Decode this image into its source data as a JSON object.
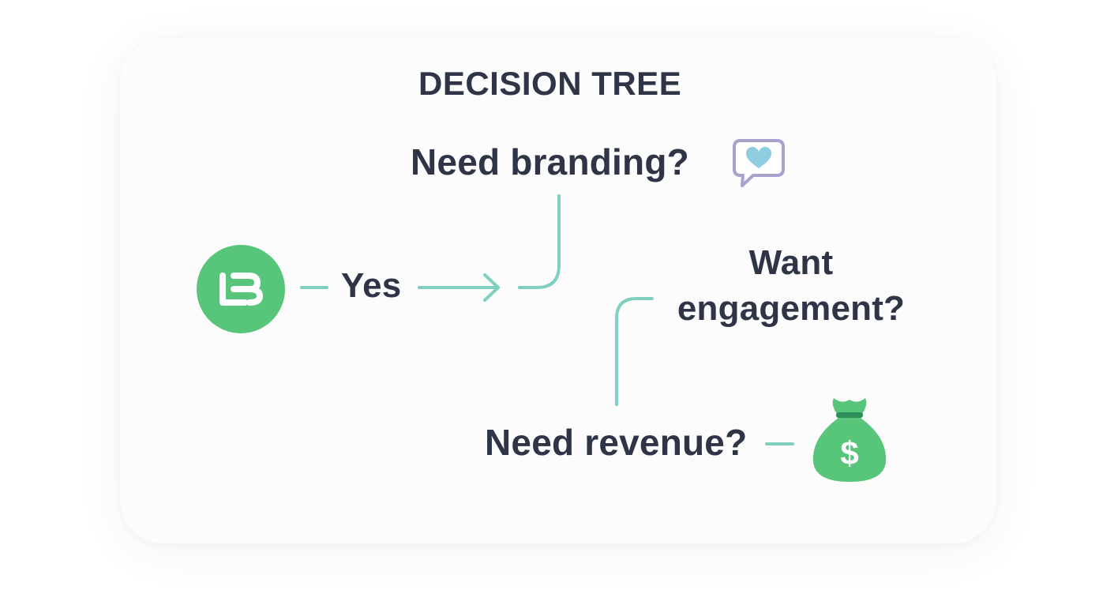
{
  "diagram": {
    "title": "DECISION TREE",
    "nodes": {
      "branding_question": "Need branding?",
      "yes_label": "Yes",
      "engagement_question": "Want engagement?",
      "revenue_question": "Need revenue?"
    },
    "icons": {
      "start": "logo-badge-icon",
      "branding": "heart-speech-bubble-icon",
      "revenue": "money-bag-icon"
    },
    "colors": {
      "text": "#2f3446",
      "connector": "#7fd1bf",
      "icon_green": "#58c67a",
      "bubble_outline": "#a8a3cc",
      "heart": "#8fcde0"
    }
  }
}
